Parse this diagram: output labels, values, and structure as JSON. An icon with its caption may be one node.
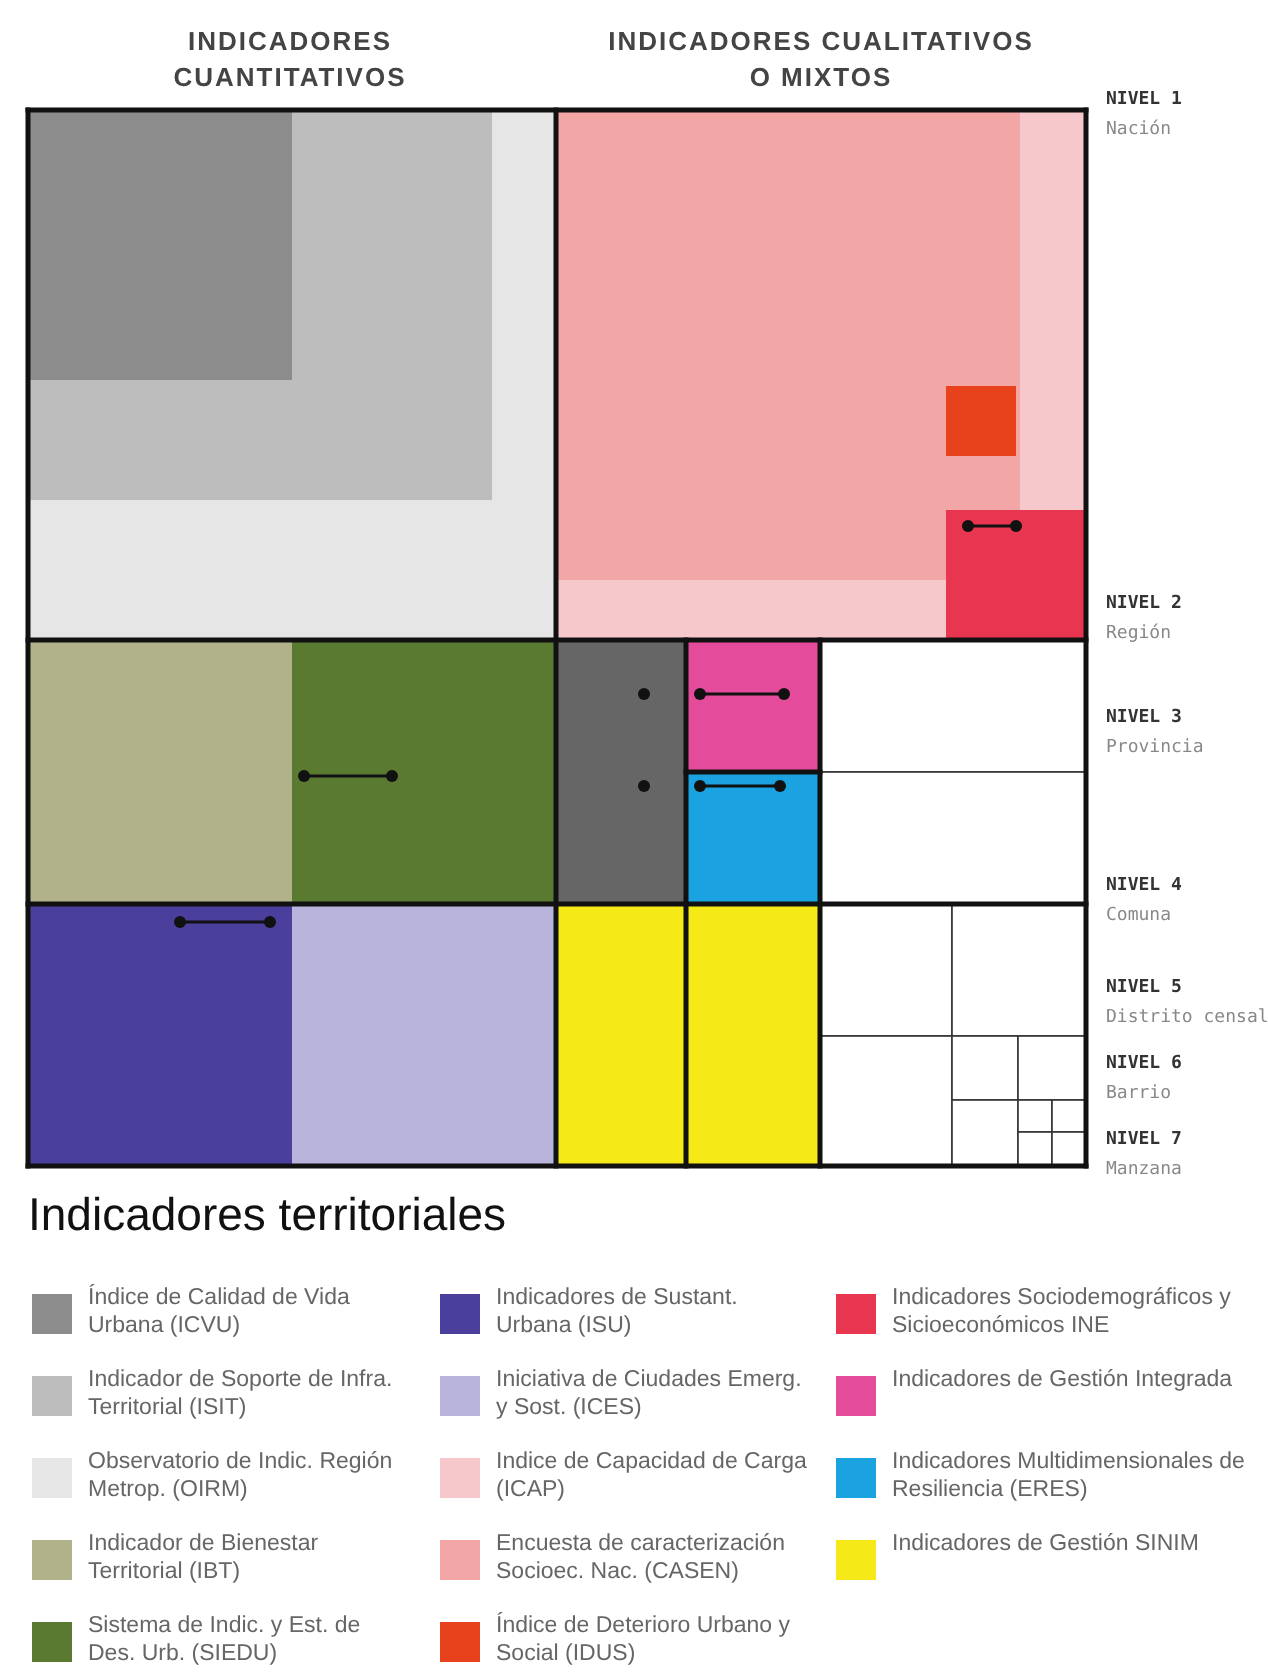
{
  "diagram": {
    "title": "Indicadores territoriales",
    "labels": [
      "INDICADORES CUANTITATIVOS",
      "INDICADORES CUALITATIVOS O MIXTOS",
      "NIVEL 1",
      "Nación",
      "NIVEL 2",
      "Región",
      "NIVEL 3",
      "Provincia",
      "NIVEL 4",
      "Comuna",
      "NIVEL 5",
      "Distrito censal",
      "NIVEL 6",
      "Barrio",
      "NIVEL 7",
      "Manzana"
    ],
    "legend": [
      {
        "text": "Índice de Calidad de Vida Urbana (ICVU)",
        "color": "#8c8c8c"
      },
      {
        "text": "Indicador de Soporte de Infra. Territorial (ISIT)",
        "color": "#bdbdbd"
      },
      {
        "text": "Observatorio de Indic. Región Metrop. (OIRM)",
        "color": "#e6e6e6"
      },
      {
        "text": "Indicador de Bienestar Territorial (IBT)",
        "color": "#b2b28a"
      },
      {
        "text": "Sistema de Indic. y Est. de Des. Urb. (SIEDU)",
        "color": "#5a7a32"
      },
      {
        "text": "Indicadores de Sustant. Urbana (ISU)",
        "color": "#4b3f9e"
      },
      {
        "text": "Iniciativa de Ciudades Emerg. y Sost. (ICES)",
        "color": "#b8b4dc"
      },
      {
        "text": "Indice de Capacidad de Carga (ICAP)",
        "color": "#f7c8cb"
      },
      {
        "text": "Encuesta de caracterización Socioec. Nac. (CASEN)",
        "color": "#f2a6a6"
      },
      {
        "text": "Índice de Deterioro Urbano y Social (IDUS)",
        "color": "#e8421c"
      },
      {
        "text": "Indicadores Sociodemográficos y Sicioeconómicos INE",
        "color": "#e83550"
      },
      {
        "text": "Indicadores de Gestión Integrada",
        "color": "#e54b9b"
      },
      {
        "text": "Indicadores Multidimensionales de Resiliencia (ERES)",
        "color": "#1aa3e0"
      },
      {
        "text": "Indicadores de Gestión SINIM",
        "color": "#f5e918"
      }
    ]
  }
}
